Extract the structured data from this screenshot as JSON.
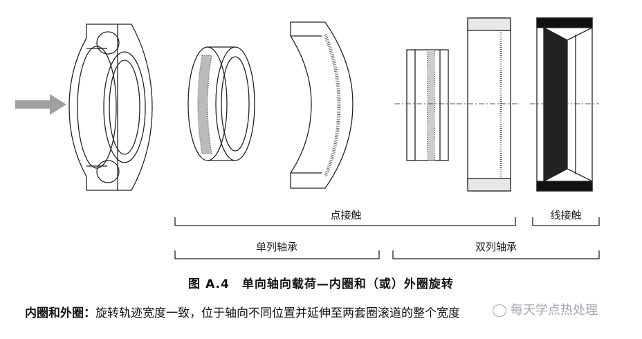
{
  "labels": {
    "point_contact": "点接触",
    "line_contact": "线接触",
    "single_row": "单列轴承",
    "double_row": "双列轴承"
  },
  "figure_title": "图 A.4　单向轴向载荷—内圈和（或）外圈旋转",
  "caption": {
    "lead": "内圈和外圈：",
    "text": "旋转轨迹宽度一致，位于轴向不同位置并延伸至两套圈滚道的整个宽度"
  },
  "watermark": "每天学点热处理",
  "colors": {
    "arrow": "#a0a0a0",
    "line": "#222222"
  }
}
